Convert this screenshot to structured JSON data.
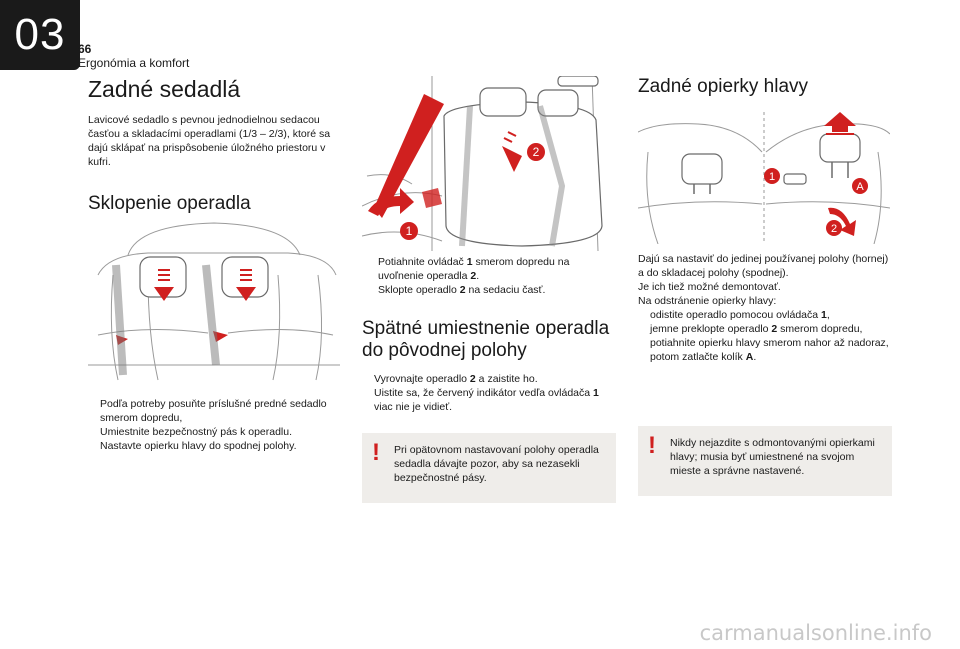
{
  "header": {
    "chapter": "03",
    "page_number": "66",
    "section": "Ergonómia a komfort"
  },
  "col1": {
    "title": "Zadné sedadlá",
    "intro": "Lavicové sedadlo s pevnou jednodielnou sedacou časťou a skladacími operadlami (1/3 – 2/3), ktoré sa dajú sklápať na prispôsobenie úložného priestoru v kufri.",
    "subtitle": "Sklopenie operadla",
    "bullets": [
      "Podľa potreby posuňte príslušné predné sedadlo smerom dopredu,",
      "Umiestnite bezpečnostný pás k operadlu.",
      "Nastavte opierku hlavy do spodnej polohy."
    ]
  },
  "col2": {
    "fold_steps": [
      {
        "a": "Potiahnite ovládač ",
        "b": "1",
        "c": " smerom dopredu na uvoľnenie operadla ",
        "d": "2",
        "e": "."
      },
      {
        "a": "Sklopte operadlo ",
        "b": "2",
        "c": " na sedaciu časť.",
        "d": "",
        "e": ""
      }
    ],
    "subtitle": "Spätné umiestnenie operadla do pôvodnej polohy",
    "return_steps": [
      {
        "a": "Vyrovnajte operadlo ",
        "b": "2",
        "c": " a zaistite ho.",
        "d": "",
        "e": ""
      },
      {
        "a": "Uistite sa, že červený indikátor vedľa ovládača ",
        "b": "1",
        "c": " viac nie je vidieť.",
        "d": "",
        "e": ""
      }
    ],
    "warning": "Pri opätovnom nastavovaní polohy operadla sedadla dávajte pozor, aby sa nezasekli bezpečnostné pásy."
  },
  "col3": {
    "title": "Zadné opierky hlavy",
    "para1": "Dajú sa nastaviť do jedinej používanej polohy (hornej) a do skladacej polohy (spodnej).",
    "para2": "Je ich tiež možné demontovať.",
    "para3": "Na odstránenie opierky hlavy:",
    "steps": [
      {
        "a": "odistite operadlo pomocou ovládača ",
        "b": "1",
        "c": ","
      },
      {
        "a": "jemne preklopte operadlo ",
        "b": "2",
        "c": " smerom dopredu,"
      },
      {
        "a": "potiahnite opierku hlavy smerom nahor až nadoraz,",
        "b": "",
        "c": ""
      },
      {
        "a": "potom zatlačte kolík ",
        "b": "A",
        "c": "."
      }
    ],
    "warning": "Nikdy nejazdite s odmontovanými opierkami hlavy; musia byť umiestnené na svojom mieste a správne nastavené."
  },
  "labels": {
    "one": "1",
    "two": "2",
    "a": "A"
  },
  "bullet_glyph": "",
  "warn_glyph": "!",
  "watermark": "carmanualsonline.info",
  "colors": {
    "accent_red": "#d0201f",
    "box_bg": "#efedea",
    "tab_bg": "#1a1a1a"
  }
}
